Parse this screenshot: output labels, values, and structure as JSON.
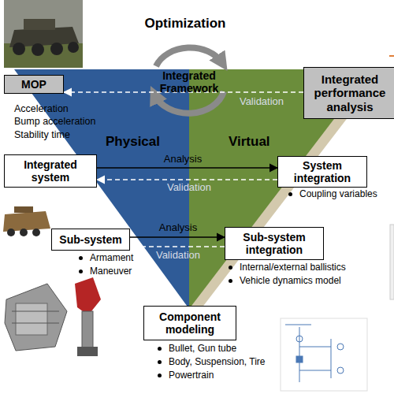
{
  "diagram": {
    "title": "Optimization",
    "nodes": [
      {
        "text": [
          "MOP"
        ]
      },
      {
        "text": [
          "Integrated performance analysis"
        ]
      },
      {
        "text": [
          "Integrated system"
        ]
      },
      {
        "text": [
          "System integration"
        ]
      },
      {
        "text": [
          "Sub-system"
        ]
      },
      {
        "text": [
          "Sub-system integration"
        ]
      },
      {
        "text": [
          "Component modeling"
        ]
      }
    ],
    "edges": [
      {
        "from": 2,
        "to": 3,
        "label": "Analysis",
        "arrow": "to"
      },
      {
        "from": 3,
        "to": 2,
        "label": "Validation",
        "arrow": "to"
      },
      {
        "from": 4,
        "to": 5,
        "label": "Analysis",
        "arrow": "to"
      },
      {
        "from": 5,
        "to": 4,
        "label": "Validation",
        "arrow": "to"
      },
      {
        "from": 1,
        "to": 0,
        "label": "Validation",
        "arrow": "to"
      }
    ],
    "labels": [
      "Integrated Framework",
      "Acceleration",
      "Bump acceleration",
      "Stability time",
      "Physical",
      "Virtual",
      "Coupling variables",
      "Armament",
      "Maneuver",
      "Internal/external ballistics",
      "Vehicle dynamics model",
      "Bullet, Gun tube",
      "Body, Suspension, Tire",
      "Powertrain"
    ]
  }
}
